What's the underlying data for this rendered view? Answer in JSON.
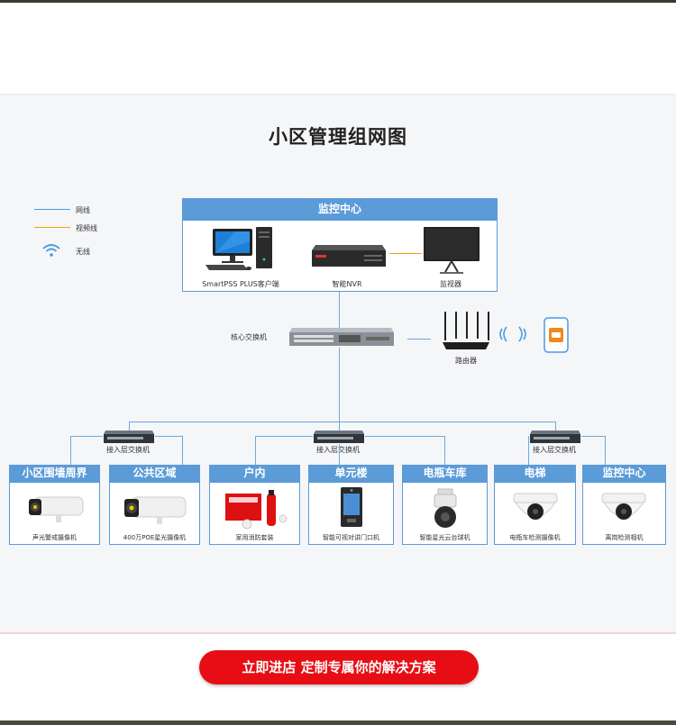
{
  "title": "小区管理组网图",
  "legend": [
    {
      "label": "网线",
      "color": "#4a9be0"
    },
    {
      "label": "视频线",
      "color": "#e8a800"
    },
    {
      "label": "无线",
      "icon": "wifi-icon"
    }
  ],
  "monitor_center": {
    "title": "监控中心",
    "devices": [
      "SmartPSS PLUS客户端",
      "智能NVR",
      "监视器"
    ]
  },
  "core_switch_label": "核心交换机",
  "router_label": "路由器",
  "access_switch_label": "接入层交换机",
  "sections": [
    {
      "title": "小区围墙周界",
      "device": "声光警戒摄像机"
    },
    {
      "title": "公共区域",
      "device": "400万POE星光摄像机"
    },
    {
      "title": "户内",
      "device": "家用消防套装"
    },
    {
      "title": "单元楼",
      "device": "智能可视对讲门口机"
    },
    {
      "title": "电瓶车库",
      "device": "智能星光云台球机"
    },
    {
      "title": "电梯",
      "device": "电瓶车检测摄像机"
    },
    {
      "title": "监控中心",
      "device": "离岗检测相机"
    }
  ],
  "cta": "立即进店 定制专属你的解决方案"
}
